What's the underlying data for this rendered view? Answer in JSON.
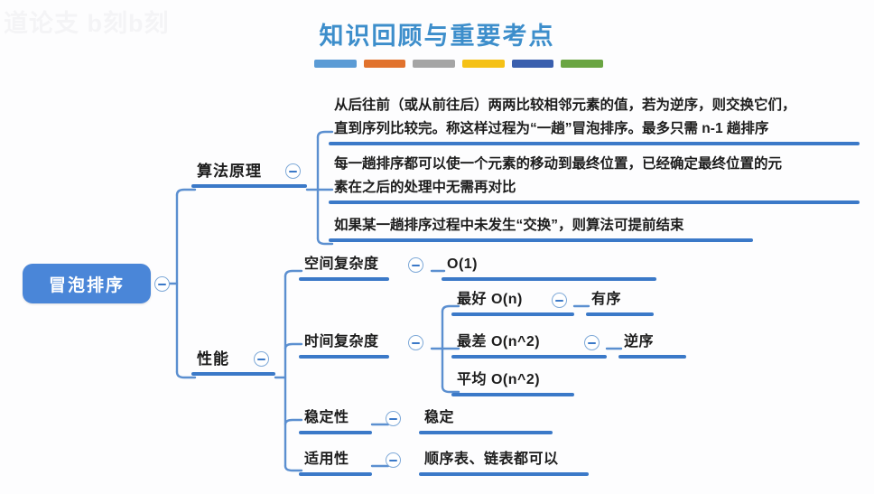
{
  "page": {
    "watermark": "道论支 b刻b刻",
    "background": "#fdfdfe"
  },
  "header": {
    "title": "知识回顾与重要考点",
    "title_color": "#3d8ecb",
    "bars": [
      {
        "name": "bar-light-blue",
        "color": "#5b9bd5"
      },
      {
        "name": "bar-orange",
        "color": "#e1722d"
      },
      {
        "name": "bar-gray",
        "color": "#a5a5a5"
      },
      {
        "name": "bar-yellow",
        "color": "#f5c116"
      },
      {
        "name": "bar-dark-blue",
        "color": "#3a5fae"
      },
      {
        "name": "bar-green",
        "color": "#6aa542"
      }
    ]
  },
  "mindmap": {
    "accent_color": "#3b79c8",
    "root": {
      "label": "冒泡排序",
      "fill": "#4a86d8",
      "text_color": "#ffffff",
      "collapse_icon": "minus-circle-icon"
    },
    "branches": [
      {
        "id": "principle",
        "label": "算法原理",
        "collapse_icon": "minus-circle-icon",
        "children": [
          {
            "id": "principle-1",
            "label": "从后往前（或从前往后）两两比较相邻元素的值，若为逆序，则交换它们，直到序列比较完。称这样过程为“一趟”冒泡排序。最多只需 n-1 趟排序",
            "line1": "从后往前（或从前往后）两两比较相邻元素的值，若为逆序，则交换它们，",
            "line2": "直到序列比较完。称这样过程为“一趟”冒泡排序。最多只需 n-1 趟排序"
          },
          {
            "id": "principle-2",
            "label": "每一趟排序都可以使一个元素的移动到最终位置，已经确定最终位置的元素在之后的处理中无需再对比",
            "line1": "每一趟排序都可以使一个元素的移动到最终位置，已经确定最终位置的元",
            "line2": "素在之后的处理中无需再对比"
          },
          {
            "id": "principle-3",
            "label": "如果某一趟排序过程中未发生“交换”，则算法可提前结束",
            "line1": "如果某一趟排序过程中未发生“交换”，则算法可提前结束",
            "line2": ""
          }
        ]
      },
      {
        "id": "performance",
        "label": "性能",
        "collapse_icon": "minus-circle-icon",
        "children": [
          {
            "id": "space-complexity",
            "label": "空间复杂度",
            "collapse_icon": "minus-circle-icon",
            "value": "O(1)"
          },
          {
            "id": "time-complexity",
            "label": "时间复杂度",
            "collapse_icon": "minus-circle-icon",
            "cases": [
              {
                "id": "best-case",
                "label": "最好 O(n)",
                "collapse_icon": "minus-circle-icon",
                "detail": "有序"
              },
              {
                "id": "worst-case",
                "label": "最差 O(n^2)",
                "collapse_icon": "minus-circle-icon",
                "detail": "逆序"
              },
              {
                "id": "average-case",
                "label": "平均 O(n^2)",
                "collapse_icon": "",
                "detail": ""
              }
            ]
          },
          {
            "id": "stability",
            "label": "稳定性",
            "collapse_icon": "minus-circle-icon",
            "value": "稳定"
          },
          {
            "id": "applicability",
            "label": "适用性",
            "collapse_icon": "minus-circle-icon",
            "value": "顺序表、链表都可以"
          }
        ]
      }
    ]
  }
}
